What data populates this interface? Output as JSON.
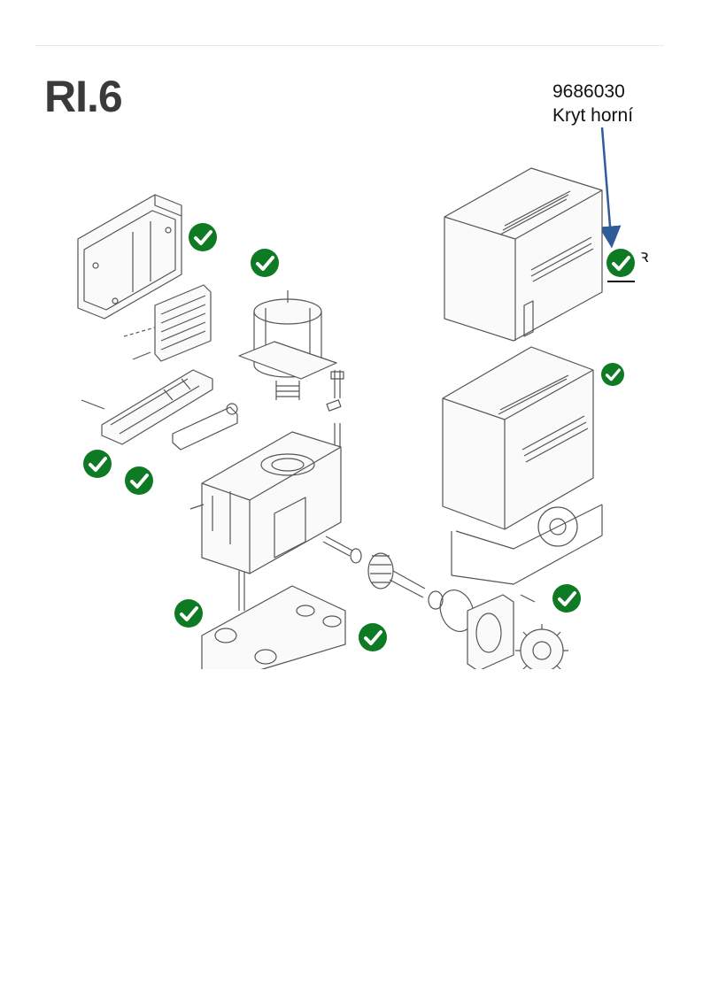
{
  "page": {
    "title": "RI.6"
  },
  "callout": {
    "code": "9686030",
    "name": "Kryt horní"
  },
  "colors": {
    "check_fill": "#0f7a24",
    "check_mark": "#ffffff",
    "arrow": "#2f5d9a",
    "line": "#555555"
  },
  "icons": {
    "check": "check-circle-icon"
  }
}
